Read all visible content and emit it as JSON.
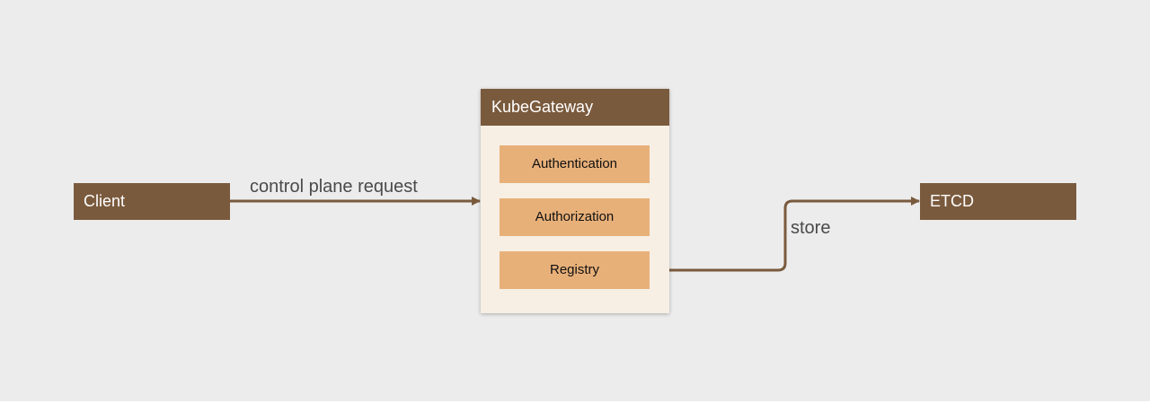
{
  "diagram": {
    "client": {
      "label": "Client"
    },
    "gateway": {
      "title": "KubeGateway",
      "modules": [
        {
          "label": "Authentication"
        },
        {
          "label": "Authorization"
        },
        {
          "label": "Registry"
        }
      ]
    },
    "etcd": {
      "label": "ETCD"
    },
    "edges": {
      "request": {
        "label": "control plane request"
      },
      "store": {
        "label": "store"
      }
    },
    "colors": {
      "background": "#ececec",
      "node_dark": "#7a5a3d",
      "module_fill": "#e8b079",
      "gateway_fill": "#f7efe4",
      "edge": "#7a5a3d"
    }
  }
}
